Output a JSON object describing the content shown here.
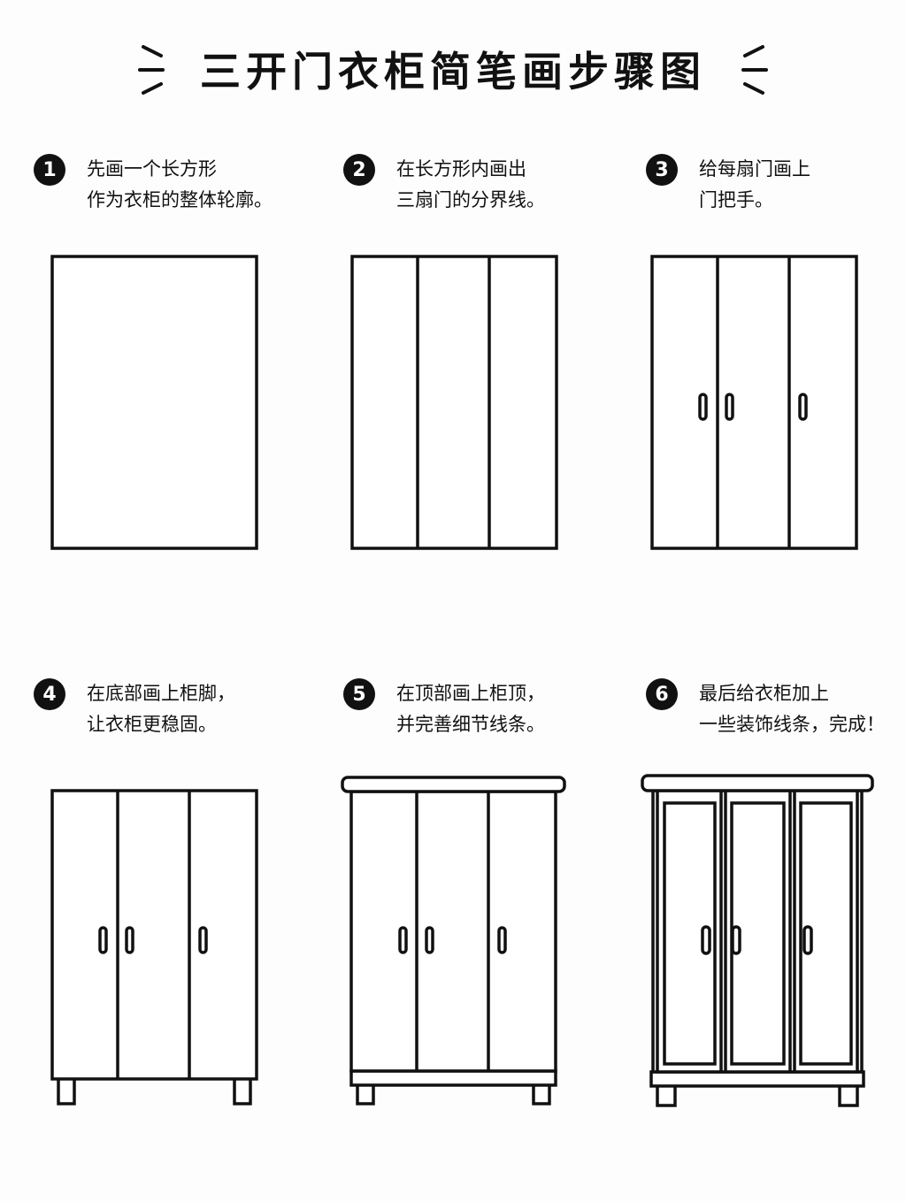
{
  "title": "三开门衣柜简笔画步骤图",
  "icons": {
    "title_decoration": "sparkle-lines-icon"
  },
  "steps": [
    {
      "number": "1",
      "line1": "先画一个长方形",
      "line2": "作为衣柜的整体轮廓。"
    },
    {
      "number": "2",
      "line1": "在长方形内画出",
      "line2": "三扇门的分界线。"
    },
    {
      "number": "3",
      "line1": "给每扇门画上",
      "line2": "门把手。"
    },
    {
      "number": "4",
      "line1": "在底部画上柜脚，",
      "line2": "让衣柜更稳固。"
    },
    {
      "number": "5",
      "line1": "在顶部画上柜顶，",
      "line2": "并完善细节线条。"
    },
    {
      "number": "6",
      "line1": "最后给衣柜加上",
      "line2": "一些装饰线条，完成！"
    }
  ]
}
